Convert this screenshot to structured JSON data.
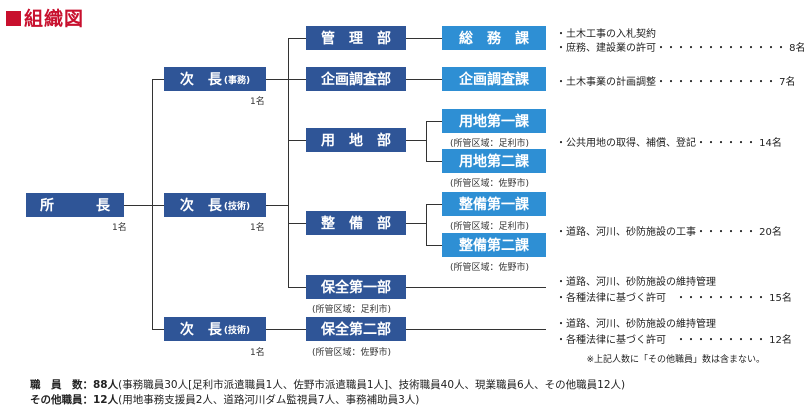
{
  "title": "組織図",
  "director": {
    "label": "所　　　長",
    "count": "1名"
  },
  "vice_admin": {
    "label": "次　長",
    "tag": "(事務)",
    "count": "1名"
  },
  "vice_tech1": {
    "label": "次　長",
    "tag": "(技術)",
    "count": "1名"
  },
  "vice_tech2": {
    "label": "次　長",
    "tag": "(技術)",
    "count": "1名"
  },
  "departments": {
    "kanri": "管　理　部",
    "kikaku": "企画調査部",
    "youchi": "用　地　部",
    "seibi": "整　備　部",
    "hozen1": "保全第一部",
    "hozen2": "保全第二部"
  },
  "sections": {
    "soumu": "総　務　課",
    "kikaku": "企画調査課",
    "youchi1": "用地第一課",
    "youchi2": "用地第二課",
    "seibi1": "整備第一課",
    "seibi2": "整備第二課"
  },
  "areas": {
    "youchi1": "(所管区域：足利市)",
    "youchi2": "(所管区域：佐野市)",
    "seibi1": "(所管区域：足利市)",
    "seibi2": "(所管区域：佐野市)",
    "hozen1": "(所管区域：足利市)",
    "hozen2": "(所管区域：佐野市)"
  },
  "duties": {
    "soumu_1": "・土木工事の入札契約",
    "soumu_2": "・庶務、建設業の許可・・・・・・・・・・・・・ 8名",
    "kikaku": "・土木事業の計画調整・・・・・・・・・・・・ 7名",
    "youchi": "・公共用地の取得、補償、登記・・・・・・ 14名",
    "seibi": "・道路、河川、砂防施設の工事・・・・・・ 20名",
    "hozen1_1": "・道路、河川、砂防施設の維持管理",
    "hozen1_2": "・各種法律に基づく許可　・・・・・・・・・ 15名",
    "hozen2_1": "・道路、河川、砂防施設の維持管理",
    "hozen2_2": "・各種法律に基づく許可　・・・・・・・・・ 12名"
  },
  "note": "※上記人数に「その他職員」数は含まない。",
  "footer": {
    "staff_label": "職　員　数：",
    "staff_value": "88人",
    "staff_detail": "(事務職員30人[足利市派遣職員1人、佐野市派遣職員1人]、技術職員40人、現業職員6人、その他職員12人)",
    "other_label": "その他職員：",
    "other_value": "12人",
    "other_detail": "(用地事務支援員2人、道路河川ダム監視員7人、事務補助員3人)"
  },
  "colors": {
    "dark_box": "#2f5597",
    "light_box": "#2e8fd4",
    "title": "#c8102e"
  }
}
